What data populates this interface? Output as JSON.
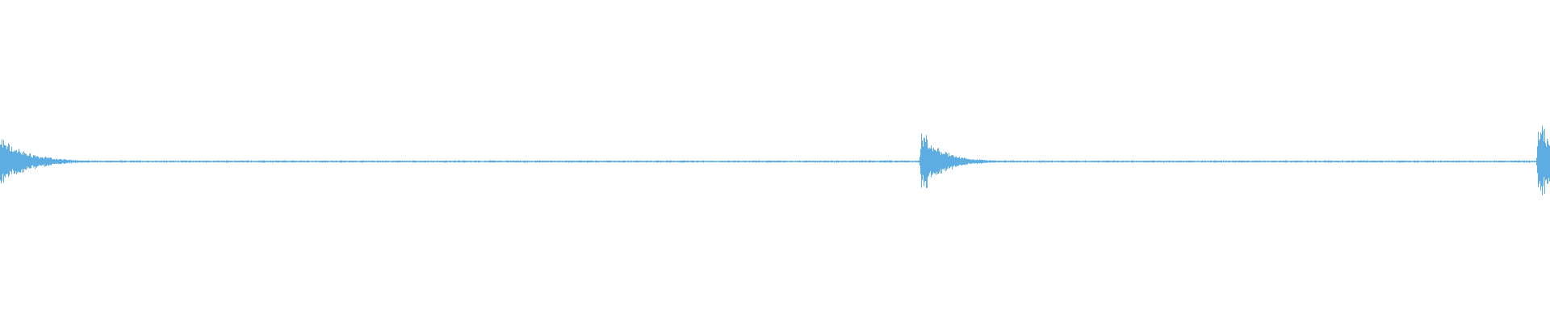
{
  "waveform": {
    "color": "#5dade2",
    "background": "#ffffff",
    "baseline_amplitude": 0.008,
    "transients": [
      {
        "at": 0.0,
        "peak": 0.17,
        "decay": 0.018
      },
      {
        "at": 0.321,
        "peak": 0.006,
        "decay": 0.001
      },
      {
        "at": 0.589,
        "peak": 0.003,
        "decay": 0.003
      },
      {
        "at": 0.594,
        "peak": 0.23,
        "decay": 0.014
      },
      {
        "at": 0.979,
        "peak": 0.01,
        "decay": 0.002
      },
      {
        "at": 0.992,
        "peak": 0.27,
        "decay": 0.02
      }
    ]
  }
}
